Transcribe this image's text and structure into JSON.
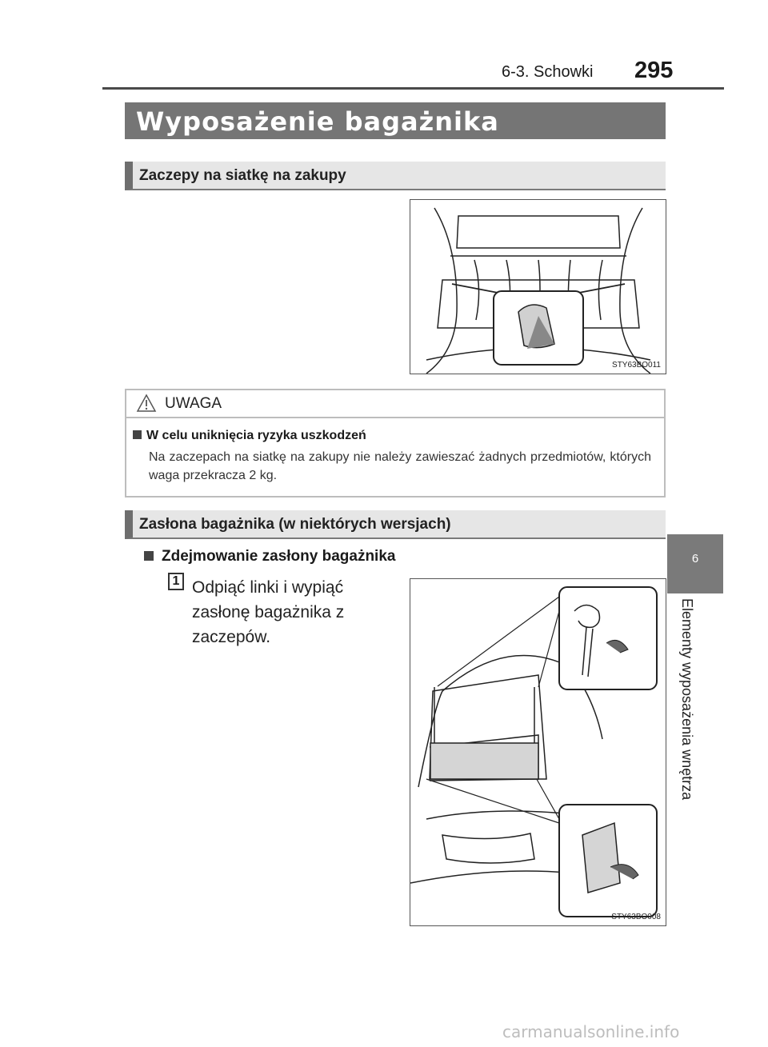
{
  "header": {
    "section": "6-3. Schowki",
    "page_number": "295"
  },
  "title": "Wyposażenie bagażnika",
  "section1": {
    "heading": "Zaczepy na siatkę na zakupy",
    "figure_code": "STY63BO011"
  },
  "caution": {
    "label": "UWAGA",
    "subheading": "W celu uniknięcia ryzyka uszkodzeń",
    "text": "Na zaczepach na siatkę na zakupy nie należy zawieszać żadnych przedmiotów, których waga przekracza 2 kg."
  },
  "section2": {
    "heading": "Zasłona bagażnika (w niektórych wersjach)",
    "bullet": "Zdejmowanie zasłony bagażnika",
    "step_number": "1",
    "step_text": "Odpiąć linki i wypiąć zasłonę bagażnika z zaczepów.",
    "figure_code": "STY63BO008"
  },
  "side_tab": {
    "number": "6",
    "label": "Elementy wyposażenia wnętrza"
  },
  "watermark": "carmanualsonline.info"
}
